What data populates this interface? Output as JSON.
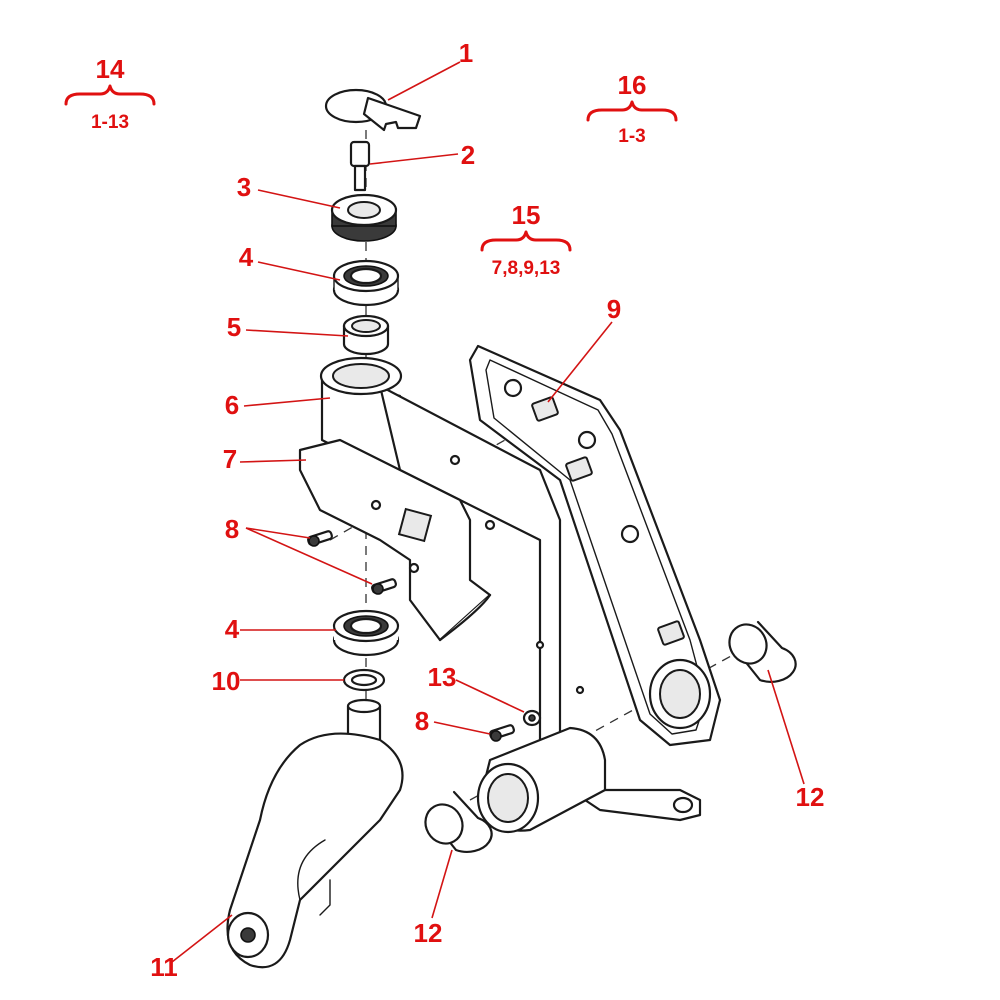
{
  "callouts": [
    {
      "id": "c1",
      "label": "1"
    },
    {
      "id": "c2",
      "label": "2"
    },
    {
      "id": "c3",
      "label": "3"
    },
    {
      "id": "c4a",
      "label": "4"
    },
    {
      "id": "c5",
      "label": "5"
    },
    {
      "id": "c6",
      "label": "6"
    },
    {
      "id": "c7",
      "label": "7"
    },
    {
      "id": "c8a",
      "label": "8"
    },
    {
      "id": "c4b",
      "label": "4"
    },
    {
      "id": "c10",
      "label": "10"
    },
    {
      "id": "c13",
      "label": "13"
    },
    {
      "id": "c8b",
      "label": "8"
    },
    {
      "id": "c9",
      "label": "9"
    },
    {
      "id": "c11",
      "label": "11"
    },
    {
      "id": "c12a",
      "label": "12"
    },
    {
      "id": "c12b",
      "label": "12"
    }
  ],
  "assemblies": [
    {
      "id": "a14",
      "label": "14",
      "range": "1-13"
    },
    {
      "id": "a16",
      "label": "16",
      "range": "1-3"
    },
    {
      "id": "a15",
      "label": "15",
      "range": "7,8,9,13"
    }
  ],
  "colors": {
    "callout": "#e01010",
    "line_art": "#1a1a1a",
    "background": "#ffffff"
  }
}
